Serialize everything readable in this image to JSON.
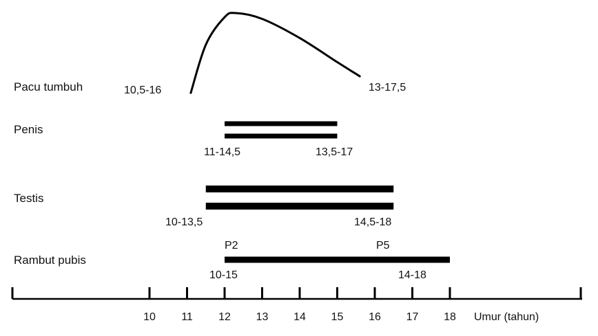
{
  "chart_data": {
    "type": "timeline",
    "x_axis": {
      "label": "Umur (tahun)",
      "ticks": [
        10,
        11,
        12,
        13,
        14,
        15,
        16,
        17,
        18
      ],
      "xlim": [
        6.2,
        21.5
      ]
    },
    "rows": [
      {
        "label": "Pacu tumbuh",
        "kind": "curve",
        "curve": {
          "points": [
            [
              11.1,
              0.04
            ],
            [
              11.5,
              0.62
            ],
            [
              12.0,
              0.95
            ],
            [
              12.3,
              1.0
            ],
            [
              13.0,
              0.93
            ],
            [
              14.0,
              0.7
            ],
            [
              15.0,
              0.41
            ],
            [
              15.6,
              0.24
            ]
          ]
        },
        "start_label": "10,5-16",
        "end_label": "13-17,5"
      },
      {
        "label": "Penis",
        "kind": "bars",
        "bars": [
          [
            12,
            15
          ],
          [
            12,
            15
          ]
        ],
        "start_label": "11-14,5",
        "end_label": "13,5-17"
      },
      {
        "label": "Testis",
        "kind": "bars",
        "bars": [
          [
            11.5,
            16.5
          ],
          [
            11.5,
            16.5
          ]
        ],
        "start_label": "10-13,5",
        "end_label": "14,5-18"
      },
      {
        "label": "Rambut pubis",
        "kind": "bars",
        "bars": [
          [
            12,
            18
          ]
        ],
        "start_label": "10-15",
        "end_label": "14-18",
        "start_stage": "P2",
        "end_stage": "P5"
      }
    ],
    "colors": {
      "ink": "#000000",
      "text": "#111111"
    }
  }
}
